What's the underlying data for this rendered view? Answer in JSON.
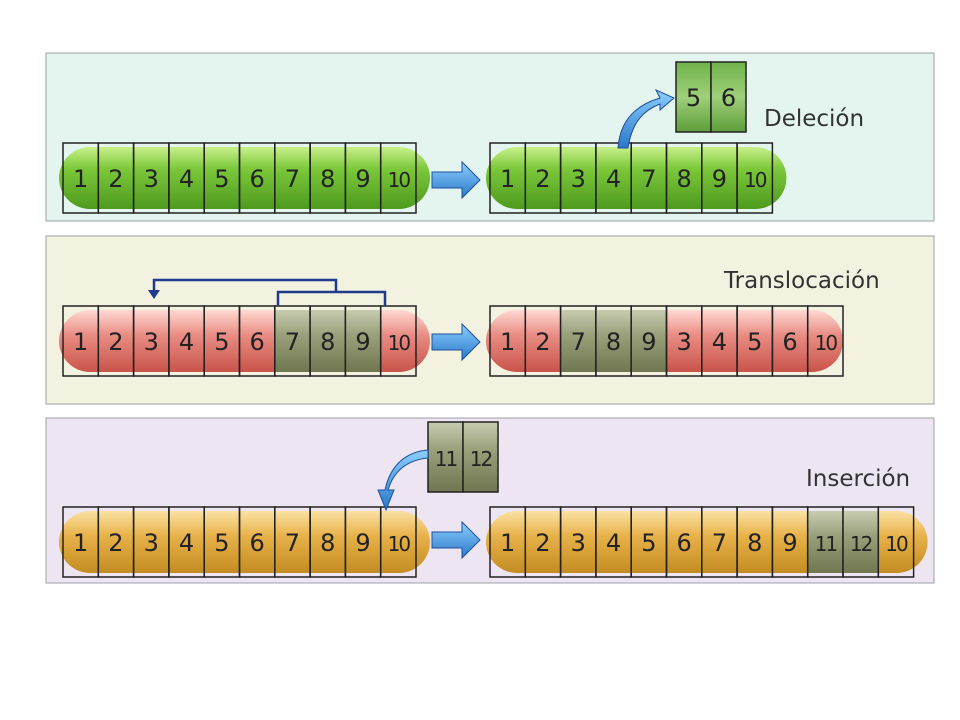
{
  "colors": {
    "deletion_bg": "#e3f5ee",
    "translocation_bg": "#f3f1df",
    "insertion_bg": "#eee5f2",
    "green_chrom": "#7cc83a",
    "red_chrom": "#e98d84",
    "yellow_chrom": "#e8b24a",
    "moved_segment": "#8e9a6a",
    "arrow_blue": "#3a8fd8",
    "bracket_blue": "#1e3a8a"
  },
  "deletion": {
    "title": "Deleción",
    "original": [
      "1",
      "2",
      "3",
      "4",
      "5",
      "6",
      "7",
      "8",
      "9",
      "10"
    ],
    "result": [
      "1",
      "2",
      "3",
      "4",
      "7",
      "8",
      "9",
      "10"
    ],
    "removed": [
      "5",
      "6"
    ]
  },
  "translocation": {
    "title": "Translocación",
    "original": [
      "1",
      "2",
      "3",
      "4",
      "5",
      "6",
      "7",
      "8",
      "9",
      "10"
    ],
    "result": [
      "1",
      "2",
      "7",
      "8",
      "9",
      "3",
      "4",
      "5",
      "6",
      "10"
    ]
  },
  "insertion": {
    "title": "Inserción",
    "original": [
      "1",
      "2",
      "3",
      "4",
      "5",
      "6",
      "7",
      "8",
      "9",
      "10"
    ],
    "result": [
      "1",
      "2",
      "3",
      "4",
      "5",
      "6",
      "7",
      "8",
      "9",
      "11",
      "12",
      "10"
    ],
    "inserted": [
      "11",
      "12"
    ]
  }
}
